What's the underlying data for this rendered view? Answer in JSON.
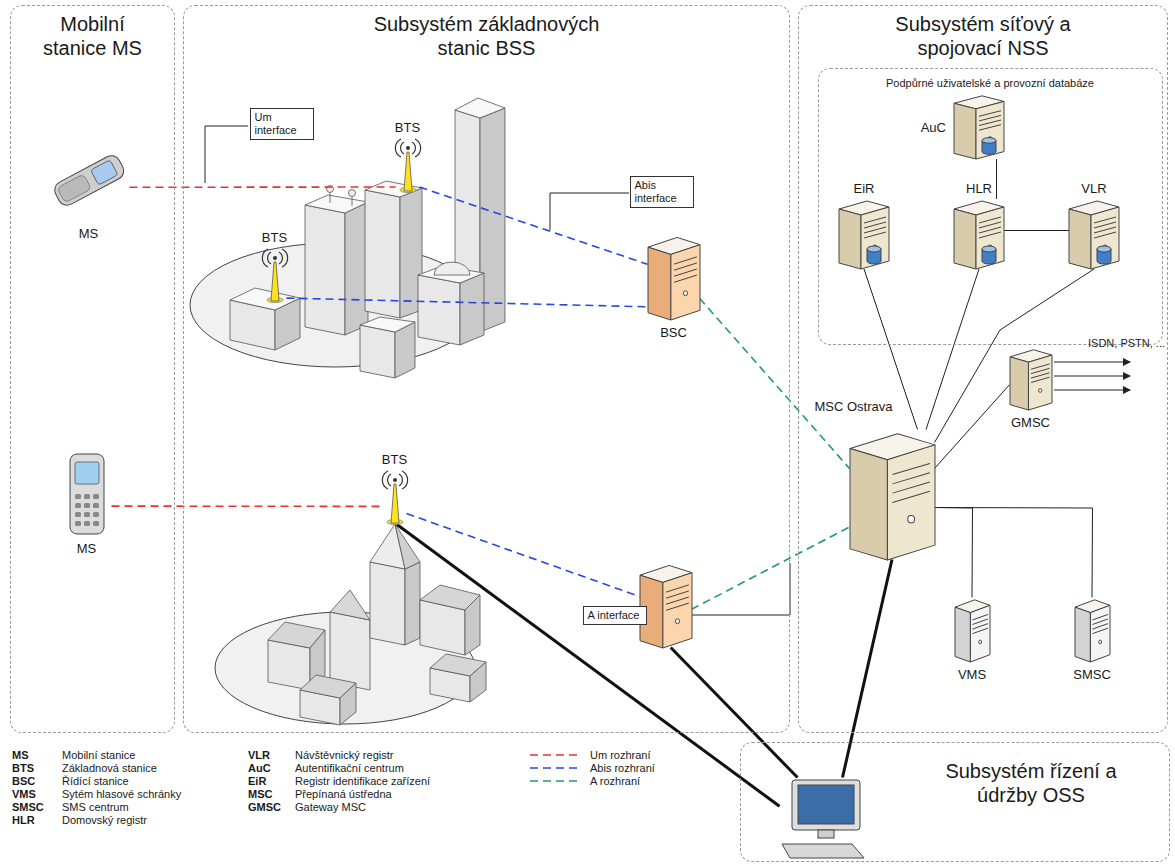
{
  "diagram": {
    "nodes": [
      {
        "text": [
          "Mobilní stanice MS"
        ]
      },
      {
        "text": [
          "Subsystém základnových stanic BSS"
        ]
      },
      {
        "text": [
          "Subsystém síťový a spojovací NSS"
        ]
      },
      {
        "text": [
          "Subsystém řízení a údržby OSS"
        ]
      },
      {
        "text": [
          "Podpůrné uživatelské a provozní databáze"
        ],
        "in": 2
      },
      {
        "text": [
          "MS"
        ],
        "in": 0
      },
      {
        "text": [
          "MS"
        ],
        "in": 0
      },
      {
        "text": [
          "BTS"
        ],
        "in": 1
      },
      {
        "text": [
          "BTS"
        ],
        "in": 1
      },
      {
        "text": [
          "BTS"
        ],
        "in": 1
      },
      {
        "text": [
          "Um interface"
        ],
        "in": 1
      },
      {
        "text": [
          "Abis interface"
        ],
        "in": 1
      },
      {
        "text": [
          "BSC"
        ],
        "in": 1
      },
      {
        "text": [],
        "in": 1
      },
      {
        "text": [
          "A interface"
        ],
        "in": 1
      },
      {
        "text": [
          "AuC"
        ],
        "in": 4
      },
      {
        "text": [
          "EiR"
        ],
        "in": 4
      },
      {
        "text": [
          "HLR"
        ],
        "in": 4
      },
      {
        "text": [
          "VLR"
        ],
        "in": 4
      },
      {
        "text": [
          "MSC Ostrava"
        ],
        "in": 2
      },
      {
        "text": [
          "GMSC"
        ],
        "in": 2
      },
      {
        "text": [
          "VMS"
        ],
        "in": 2
      },
      {
        "text": [
          "SMSC"
        ],
        "in": 2
      },
      {
        "text": [],
        "in": 3
      }
    ],
    "edges": [
      {
        "from": 5,
        "to": 7,
        "arrow": "none"
      },
      {
        "from": 6,
        "to": 9,
        "arrow": "none"
      },
      {
        "from": 7,
        "to": 12,
        "arrow": "none"
      },
      {
        "from": 8,
        "to": 12,
        "arrow": "none"
      },
      {
        "from": 9,
        "to": 13,
        "arrow": "none"
      },
      {
        "from": 12,
        "to": 19,
        "arrow": "none"
      },
      {
        "from": 13,
        "to": 19,
        "arrow": "none"
      },
      {
        "from": 19,
        "to": 16,
        "arrow": "none"
      },
      {
        "from": 19,
        "to": 17,
        "arrow": "none"
      },
      {
        "from": 19,
        "to": 18,
        "arrow": "none"
      },
      {
        "from": 17,
        "to": 15,
        "arrow": "none"
      },
      {
        "from": 17,
        "to": 18,
        "arrow": "none"
      },
      {
        "from": 19,
        "to": 20,
        "arrow": "none"
      },
      {
        "from": 19,
        "to": 21,
        "arrow": "none"
      },
      {
        "from": 19,
        "to": 22,
        "arrow": "none"
      },
      {
        "from": 19,
        "to": 23,
        "arrow": "none"
      },
      {
        "from": 13,
        "to": 23,
        "arrow": "none"
      },
      {
        "from": 9,
        "to": 23,
        "arrow": "none"
      }
    ],
    "labels": [
      "ISDN, PSTN, ...",
      "MS",
      "Mobilní stanice",
      "BTS",
      "Základnová stanice",
      "BSC",
      "Řídící stanice",
      "VMS",
      "Sytém hlasové schránky",
      "SMSC",
      "SMS centrum",
      "HLR",
      "Domovský registr",
      "VLR",
      "Návštěvnický registr",
      "AuC",
      "Autentifikační centrum",
      "EiR",
      "Registr identifikace zařízení",
      "MSC",
      "Přepínaná ústředna",
      "GMSC",
      "Gateway MSC"
    ],
    "legend": [
      {
        "text": "Um rozhraní"
      },
      {
        "text": "Abis rozhraní"
      },
      {
        "text": "A rozhraní"
      }
    ]
  }
}
